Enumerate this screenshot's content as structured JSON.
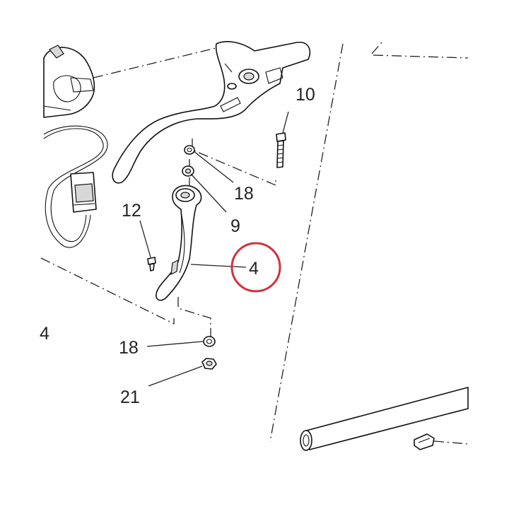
{
  "diagram": {
    "highlight_color": "#d0323c",
    "part_labels": {
      "p10": "10",
      "p18_top": "18",
      "p9": "9",
      "p12": "12",
      "p4": "4",
      "p18_bottom": "18",
      "p21": "21",
      "p4_edge": "4"
    }
  }
}
